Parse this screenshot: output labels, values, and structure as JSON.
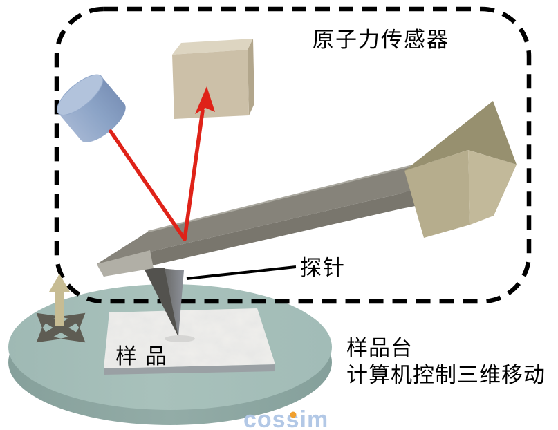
{
  "labels": {
    "sensor": "原子力传感器",
    "probe": "探针",
    "sample": "样品",
    "stage": "样品台",
    "stage_control": "计算机控制三维移动"
  },
  "watermark": {
    "text": "cossim"
  },
  "components": {
    "enclosure": "dashed-enclosure-border",
    "laser_source": "laser-source-cylinder",
    "photodetector": "photodetector-cube",
    "cantilever": "cantilever-beam",
    "probe_tip": "probe-tip",
    "holder": "cantilever-holder-cube",
    "sample_plate": "sample-plate",
    "sample_stage": "sample-stage-disc",
    "xy_move": "xy-move-arrows-icon",
    "z_move": "z-up-arrow-icon",
    "laser_beam": "laser-beam-arrow"
  },
  "colors": {
    "laser_red": "#df2218",
    "stage_teal_top": "#a6bfb9",
    "stage_teal_rim": "#8ba5a0",
    "cantilever_gray_top": "#86837a",
    "cantilever_gray_front": "#79766d",
    "cantilever_gray_facet": "#b1afa6",
    "tip_dark": "#504f4b",
    "tip_light": "#8d9199",
    "detector_front": "#ccc0a8",
    "detector_top": "#ddd5c1",
    "detector_side": "#b2a68c",
    "holder_top": "#97906f",
    "holder_left": "#b6ad8d",
    "holder_right": "#c2b99a",
    "cylinder_blue": "#8ba3c6",
    "cylinder_blue_top": "#b2c3dc",
    "arrow_tan": "#c7bc93",
    "move_cross_gray": "#59544b",
    "plate_edge_gray": "#9aa0a4",
    "watermark_blue": "#b2c8e6",
    "watermark_dot_orange": "#f0a030",
    "outline_black": "#000000"
  }
}
